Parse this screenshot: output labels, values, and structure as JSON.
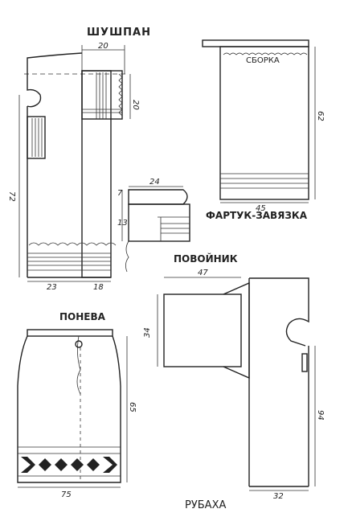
{
  "titles": {
    "shushpan": "ШУШПАН",
    "apron": "ФАРТУК-ЗАВЯЗКА",
    "povoynik": "ПОВОЙНИК",
    "poneva": "ПОНЕВА",
    "rubakha": "РУБАХА"
  },
  "annotations": {
    "gathering": "СБОРКА"
  },
  "dimensions": {
    "shushpan_top_width": "20",
    "shushpan_collar_height": "20",
    "shushpan_length": "72",
    "shushpan_hem_width": "23",
    "shushpan_sleeve_width": "18",
    "sleeve_length": "24",
    "sleeve_top": "7",
    "sleeve_cuff": "13",
    "apron_height": "62",
    "apron_width": "45",
    "povoynik_width": "47",
    "povoynik_height": "34",
    "poneva_length": "65",
    "poneva_width": "75",
    "rubakha_length": "94",
    "rubakha_width": "32"
  },
  "colors": {
    "ink": "#222222",
    "paper": "#ffffff"
  }
}
